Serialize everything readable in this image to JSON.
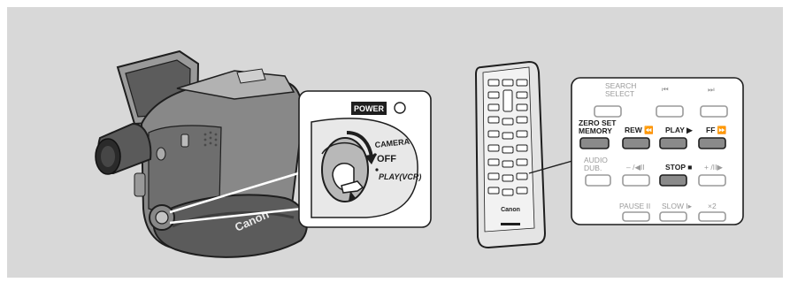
{
  "camcorder": {
    "brand": "Canon"
  },
  "power_dial": {
    "power_label": "POWER",
    "positions": [
      "CAMERA",
      "OFF",
      "PLAY(VCR)"
    ]
  },
  "remote": {
    "brand": "Canon",
    "buttons": [
      {
        "id": "search-select",
        "label_lines": [
          "SEARCH",
          "SELECT"
        ],
        "faded": true
      },
      {
        "id": "skip-back",
        "label_lines": [
          "⏮"
        ],
        "faded": true
      },
      {
        "id": "skip-forward",
        "label_lines": [
          "⏭"
        ],
        "faded": true
      },
      {
        "id": "zero-set-memory",
        "label_lines": [
          "ZERO SET",
          "MEMORY"
        ],
        "faded": false
      },
      {
        "id": "rew",
        "label_lines": [
          "REW ⏪"
        ],
        "faded": false
      },
      {
        "id": "play",
        "label_lines": [
          "PLAY ▶"
        ],
        "faded": false
      },
      {
        "id": "ff",
        "label_lines": [
          "FF ⏩"
        ],
        "faded": false
      },
      {
        "id": "audio-dub",
        "label_lines": [
          "AUDIO",
          "DUB."
        ],
        "faded": true
      },
      {
        "id": "frame-back",
        "label_lines": [
          "– /◀II"
        ],
        "faded": true
      },
      {
        "id": "stop",
        "label_lines": [
          "STOP ■"
        ],
        "faded": false
      },
      {
        "id": "frame-forward",
        "label_lines": [
          "+ /II▶"
        ],
        "faded": true
      },
      {
        "id": "pause",
        "label_lines": [
          "PAUSE II"
        ],
        "faded": true
      },
      {
        "id": "slow",
        "label_lines": [
          "SLOW I▸"
        ],
        "faded": true
      },
      {
        "id": "x2",
        "label_lines": [
          "×2"
        ],
        "faded": true
      }
    ]
  }
}
